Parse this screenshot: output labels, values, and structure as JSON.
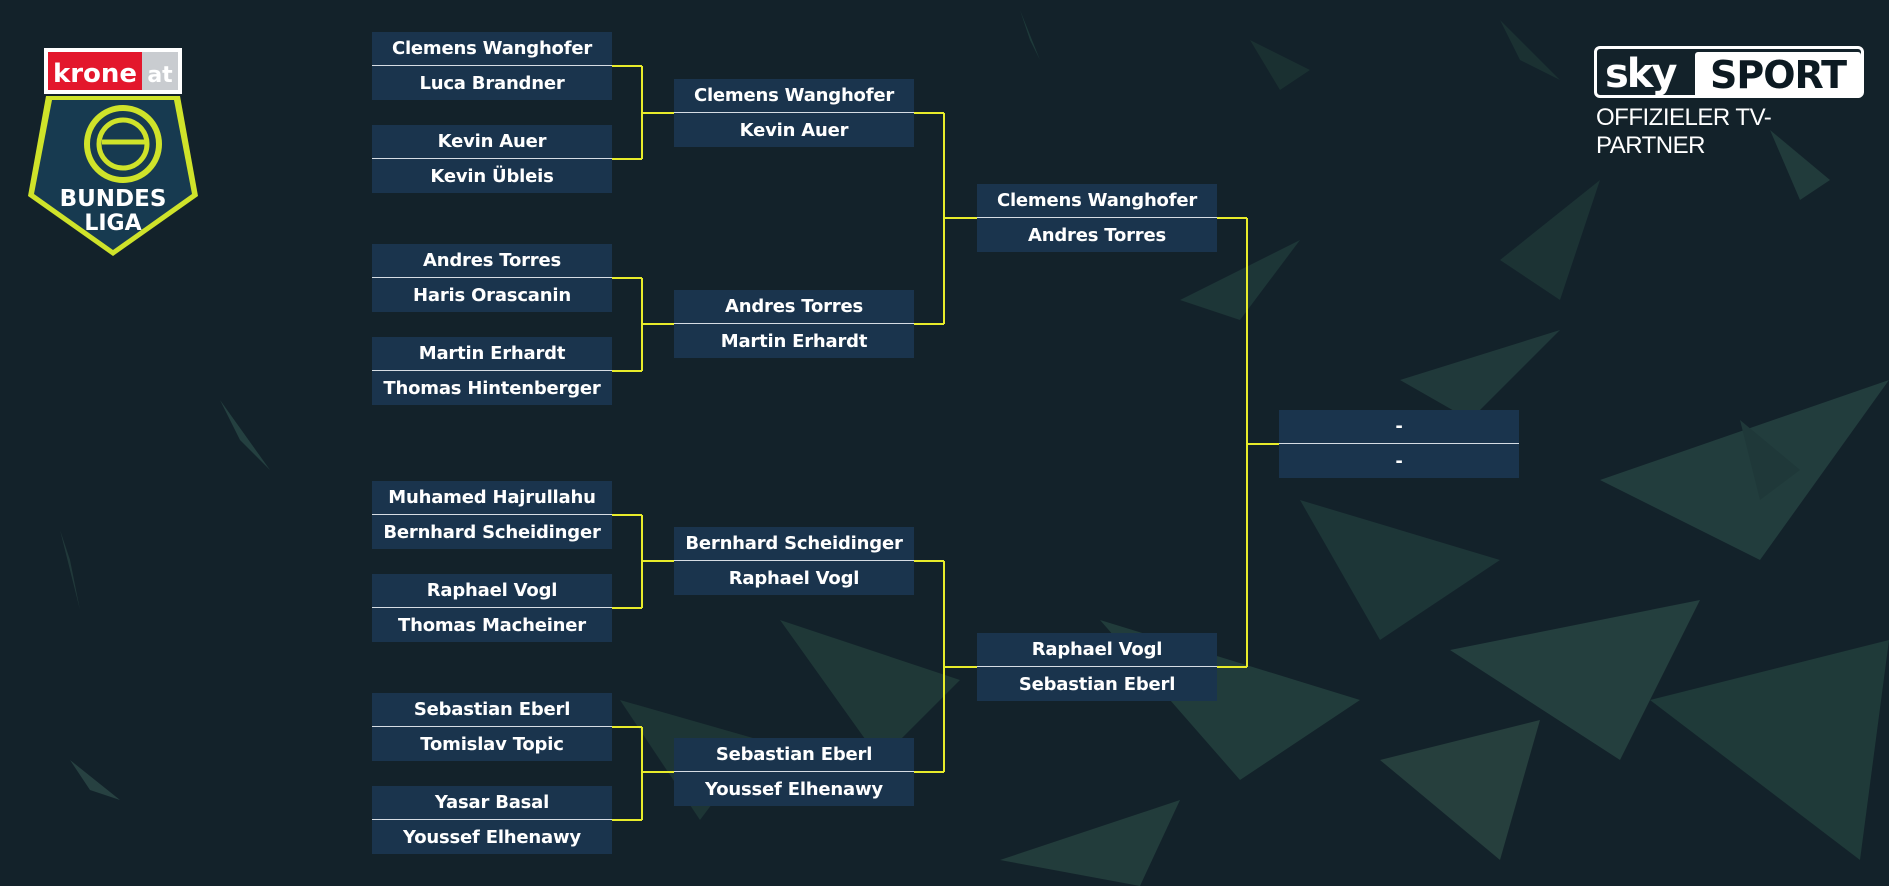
{
  "branding": {
    "left_logo": {
      "top_text": "krone",
      "top_suffix": "at",
      "line1": "BUNDES",
      "line2": "LIGA"
    },
    "right_logo": {
      "sky": "sky",
      "sport": "SPORT",
      "subtitle": "OFFIZIELER TV-PARTNER"
    }
  },
  "colors": {
    "background": "#13222a",
    "cell": "#1a344d",
    "connector": "#e8ec2a",
    "text": "#ffffff"
  },
  "bracket": {
    "round1": [
      [
        "Clemens Wanghofer",
        "Luca Brandner"
      ],
      [
        "Kevin Auer",
        "Kevin Übleis"
      ],
      [
        "Andres Torres",
        "Haris Orascanin"
      ],
      [
        "Martin Erhardt",
        "Thomas Hintenberger"
      ],
      [
        "Muhamed Hajrullahu",
        "Bernhard Scheidinger"
      ],
      [
        "Raphael Vogl",
        "Thomas Macheiner"
      ],
      [
        "Sebastian Eberl",
        "Tomislav Topic"
      ],
      [
        "Yasar Basal",
        "Youssef Elhenawy"
      ]
    ],
    "round2": [
      [
        "Clemens Wanghofer",
        "Kevin Auer"
      ],
      [
        "Andres Torres",
        "Martin Erhardt"
      ],
      [
        "Bernhard Scheidinger",
        "Raphael Vogl"
      ],
      [
        "Sebastian Eberl",
        "Youssef Elhenawy"
      ]
    ],
    "round3": [
      [
        "Clemens Wanghofer",
        "Andres Torres"
      ],
      [
        "Raphael Vogl",
        "Sebastian Eberl"
      ]
    ],
    "final": [
      [
        "-",
        "-"
      ]
    ]
  }
}
